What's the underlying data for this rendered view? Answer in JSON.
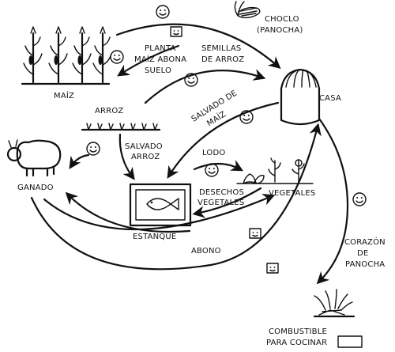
{
  "labels": {
    "maiz": "MAÍZ",
    "planta_1": "PLANTA",
    "planta_2": "MAÍZ ABONA",
    "planta_3": "SUELO",
    "semillas_1": "SEMILLAS",
    "semillas_2": "DE ARROZ",
    "choclo_1": "CHOCLO",
    "choclo_2": "(PANOCHA)",
    "casa": "CASA",
    "arroz": "ARROZ",
    "salvado_maiz_1": "SALVADO DE",
    "salvado_maiz_2": "MAÍZ",
    "salvado_arroz_1": "SALVADO",
    "salvado_arroz_2": "ARROZ",
    "lodo": "LODO",
    "desechos_1": "DESECHOS",
    "desechos_2": "VEGETALES",
    "vegetales": "VEGETALES",
    "ganado": "GANADO",
    "estanque": "ESTANQUE",
    "abono": "ABONO",
    "corazon_1": "CORAZÓN",
    "corazon_2": "DE",
    "corazon_3": "PANOCHA",
    "combustible_1": "COMBUSTIBLE",
    "combustible_2": "PARA COCINAR"
  },
  "icons": {
    "happy_face": "smiley-face-icon",
    "money": "money-icon",
    "corn_cob": "corn-cob-icon",
    "fish": "fish-icon",
    "house": "hut-icon",
    "pig": "pig-icon",
    "fire": "fire-icon"
  },
  "colors": {
    "ink": "#111111",
    "background": "#ffffff"
  }
}
